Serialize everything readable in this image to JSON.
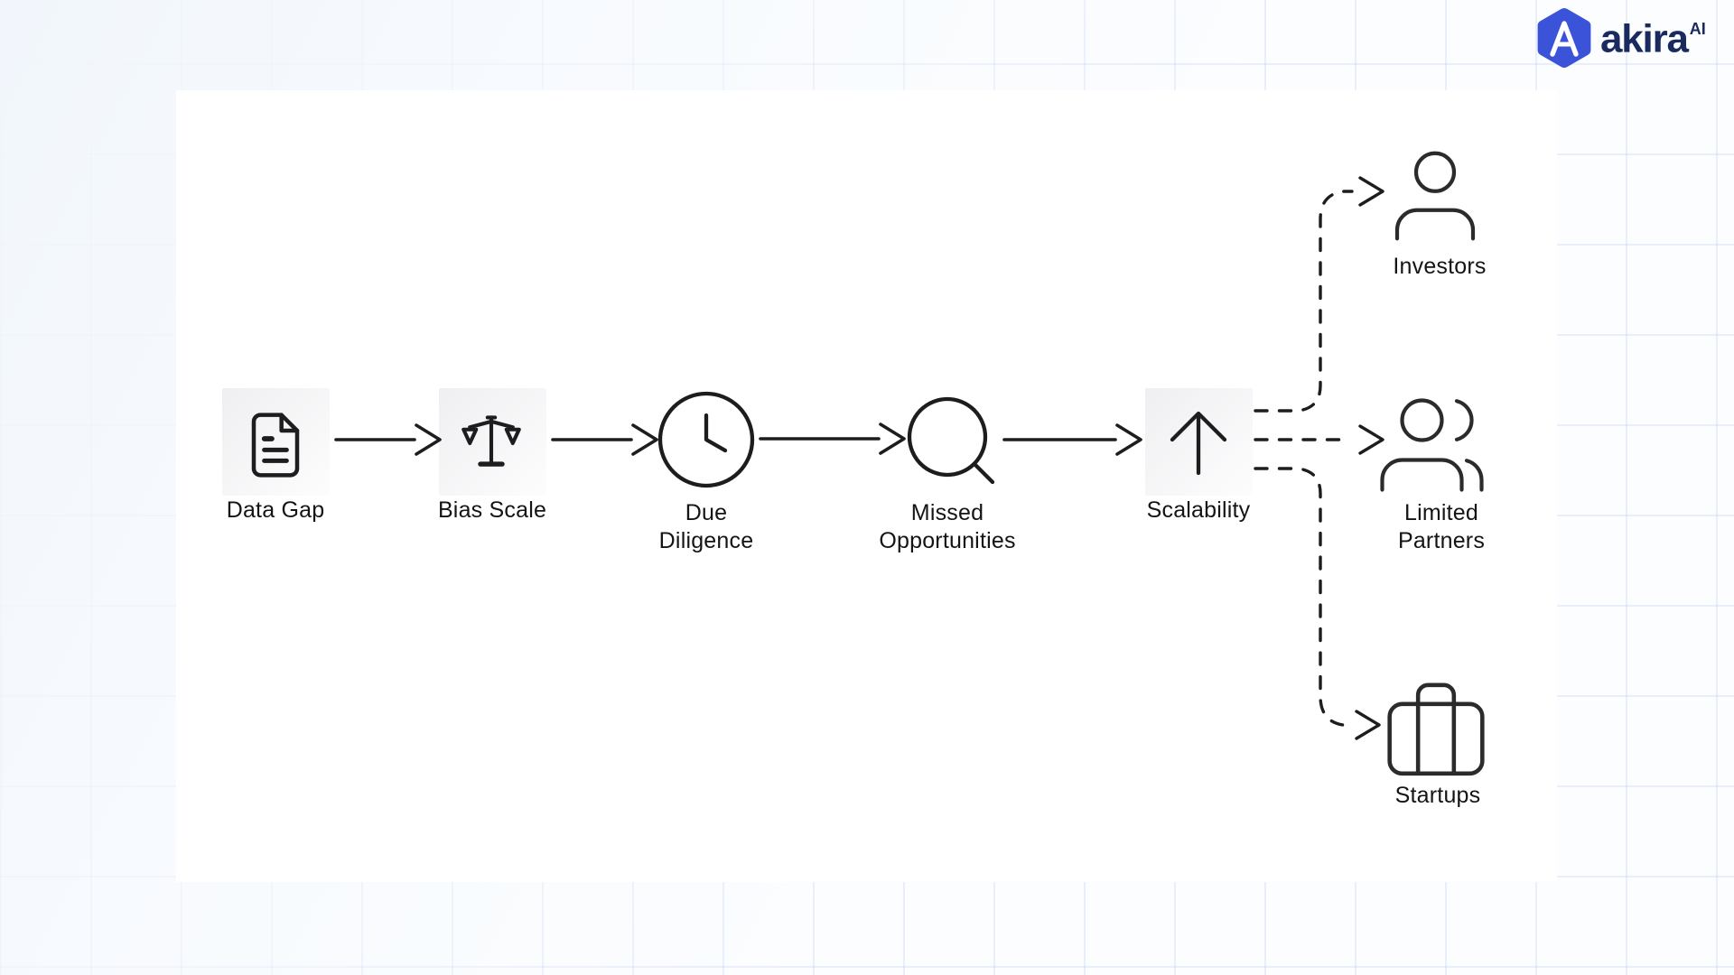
{
  "logo": {
    "brand": "akira",
    "superscript": "AI",
    "monogram": "A",
    "hexagon_color": "#3a53d8",
    "text_color": "#1b2a5e"
  },
  "diagram": {
    "stroke_color": "#1d1d1f",
    "node_box_colors": [
      "#efeff1",
      "#fdfdfe"
    ],
    "flow_nodes": [
      {
        "id": "data-gap",
        "label": "Data Gap",
        "icon": "document-icon",
        "boxed": true
      },
      {
        "id": "bias-scale",
        "label": "Bias Scale",
        "icon": "balance-scale-icon",
        "boxed": true
      },
      {
        "id": "due-diligence",
        "label": "Due\nDiligence",
        "icon": "clock-icon",
        "boxed": false
      },
      {
        "id": "missed-opportunities",
        "label": "Missed\nOpportunities",
        "icon": "magnifying-glass-icon",
        "boxed": false
      },
      {
        "id": "scalability",
        "label": "Scalability",
        "icon": "arrow-up-icon",
        "boxed": true
      }
    ],
    "branch_nodes": [
      {
        "id": "investors",
        "label": "Investors",
        "icon": "person-icon"
      },
      {
        "id": "limited-partners",
        "label": "Limited\nPartners",
        "icon": "people-icon"
      },
      {
        "id": "startups",
        "label": "Startups",
        "icon": "briefcase-icon"
      }
    ],
    "edges": [
      {
        "from": "data-gap",
        "to": "bias-scale",
        "style": "solid"
      },
      {
        "from": "bias-scale",
        "to": "due-diligence",
        "style": "solid"
      },
      {
        "from": "due-diligence",
        "to": "missed-opportunities",
        "style": "solid"
      },
      {
        "from": "missed-opportunities",
        "to": "scalability",
        "style": "solid"
      },
      {
        "from": "scalability",
        "to": "investors",
        "style": "dashed"
      },
      {
        "from": "scalability",
        "to": "limited-partners",
        "style": "dashed"
      },
      {
        "from": "scalability",
        "to": "startups",
        "style": "dashed"
      }
    ]
  }
}
